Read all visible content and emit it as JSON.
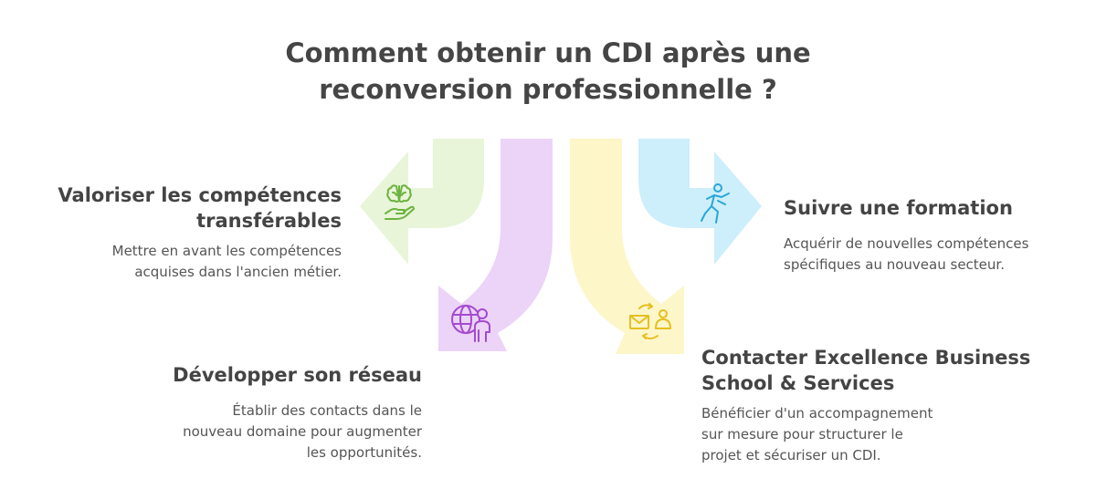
{
  "title": {
    "line1": "Comment obtenir un CDI après une",
    "line2": "reconversion professionnelle ?"
  },
  "steps": [
    {
      "heading_lines": [
        "Valoriser les compétences",
        "transférables"
      ],
      "desc_lines": [
        "Mettre en avant les compétences",
        "acquises dans l'ancien métier."
      ],
      "icon": "brain-hand-icon",
      "color": "#e8f5d9",
      "icon_color": "#6db33f"
    },
    {
      "heading_lines": [
        "Développer son réseau"
      ],
      "desc_lines": [
        "Établir des contacts dans le",
        "nouveau domaine pour augmenter",
        "les opportunités."
      ],
      "icon": "globe-person-icon",
      "color": "#ecd3f8",
      "icon_color": "#a34bd0"
    },
    {
      "heading_lines": [
        "Contacter Excellence Business",
        "School & Services"
      ],
      "desc_lines": [
        "Bénéficier d'un accompagnement",
        "sur mesure pour structurer le",
        "projet et sécuriser un CDI."
      ],
      "icon": "mail-contact-icon",
      "color": "#fdf6c9",
      "icon_color": "#e6bf1f"
    },
    {
      "heading_lines": [
        "Suivre une formation"
      ],
      "desc_lines": [
        "Acquérir de nouvelles compétences",
        "spécifiques au nouveau secteur."
      ],
      "icon": "person-training-icon",
      "color": "#cdeefb",
      "icon_color": "#2aa6d8"
    }
  ]
}
